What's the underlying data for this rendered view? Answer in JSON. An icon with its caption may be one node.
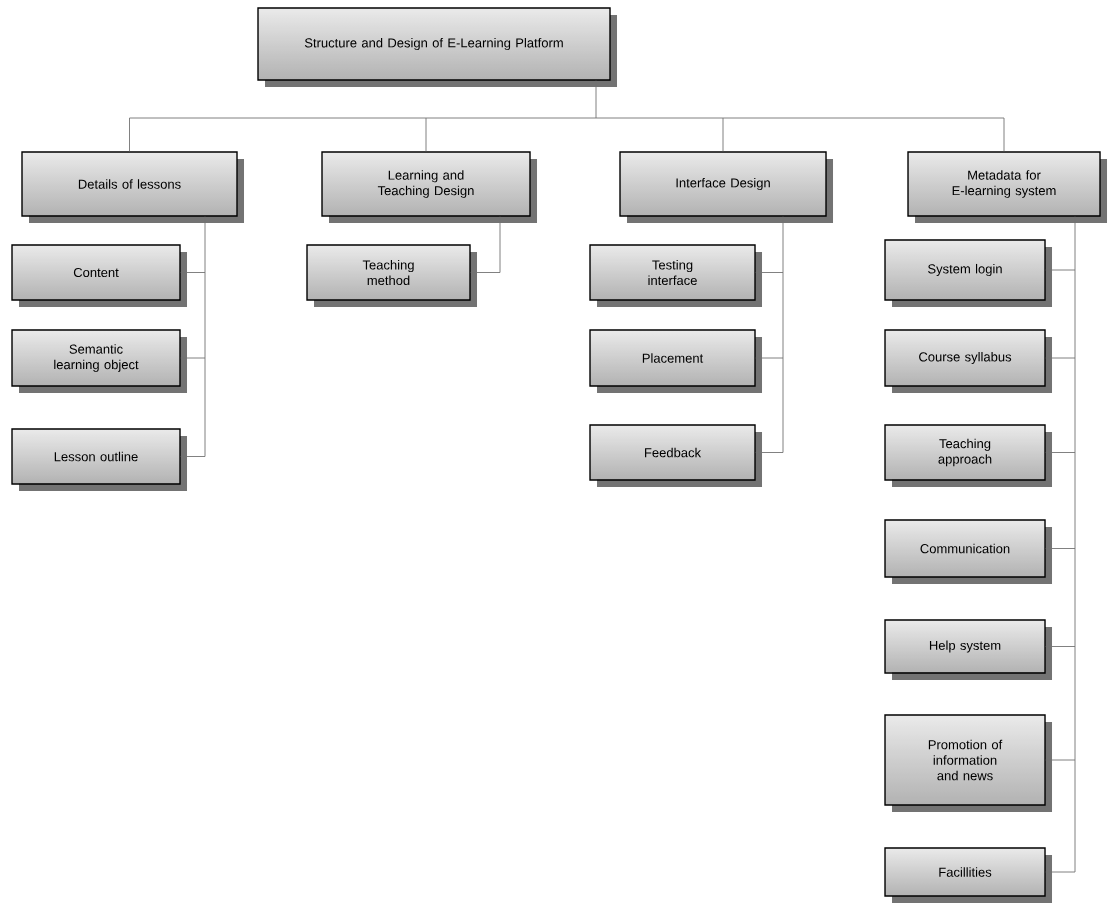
{
  "diagram": {
    "nodes": [
      {
        "text": [
          "Structure and Design of E-Learning Platform"
        ]
      },
      {
        "text": [
          "Details of lessons"
        ]
      },
      {
        "text": [
          "Content"
        ]
      },
      {
        "text": [
          "Semantic learning object"
        ]
      },
      {
        "text": [
          "Lesson outline"
        ]
      },
      {
        "text": [
          "Learning and Teaching Design"
        ]
      },
      {
        "text": [
          "Teaching method"
        ]
      },
      {
        "text": [
          "Interface Design"
        ]
      },
      {
        "text": [
          "Testing interface"
        ]
      },
      {
        "text": [
          "Placement"
        ]
      },
      {
        "text": [
          "Feedback"
        ]
      },
      {
        "text": [
          "Metadata for E-learning system"
        ]
      },
      {
        "text": [
          "System login"
        ]
      },
      {
        "text": [
          "Course syllabus"
        ]
      },
      {
        "text": [
          "Teaching approach"
        ]
      },
      {
        "text": [
          "Communication"
        ]
      },
      {
        "text": [
          "Help system"
        ]
      },
      {
        "text": [
          "Promotion of information and news"
        ]
      },
      {
        "text": [
          "Facillities"
        ]
      }
    ],
    "edges": [
      {
        "from": 0,
        "to": 1,
        "arrow": "none"
      },
      {
        "from": 0,
        "to": 5,
        "arrow": "none"
      },
      {
        "from": 0,
        "to": 7,
        "arrow": "none"
      },
      {
        "from": 0,
        "to": 11,
        "arrow": "none"
      },
      {
        "from": 1,
        "to": 2,
        "arrow": "none"
      },
      {
        "from": 1,
        "to": 3,
        "arrow": "none"
      },
      {
        "from": 1,
        "to": 4,
        "arrow": "none"
      },
      {
        "from": 5,
        "to": 6,
        "arrow": "none"
      },
      {
        "from": 7,
        "to": 8,
        "arrow": "none"
      },
      {
        "from": 7,
        "to": 9,
        "arrow": "none"
      },
      {
        "from": 7,
        "to": 10,
        "arrow": "none"
      },
      {
        "from": 11,
        "to": 12,
        "arrow": "none"
      },
      {
        "from": 11,
        "to": 13,
        "arrow": "none"
      },
      {
        "from": 11,
        "to": 14,
        "arrow": "none"
      },
      {
        "from": 11,
        "to": 15,
        "arrow": "none"
      },
      {
        "from": 11,
        "to": 16,
        "arrow": "none"
      },
      {
        "from": 11,
        "to": 17,
        "arrow": "none"
      },
      {
        "from": 11,
        "to": 18,
        "arrow": "none"
      }
    ]
  }
}
